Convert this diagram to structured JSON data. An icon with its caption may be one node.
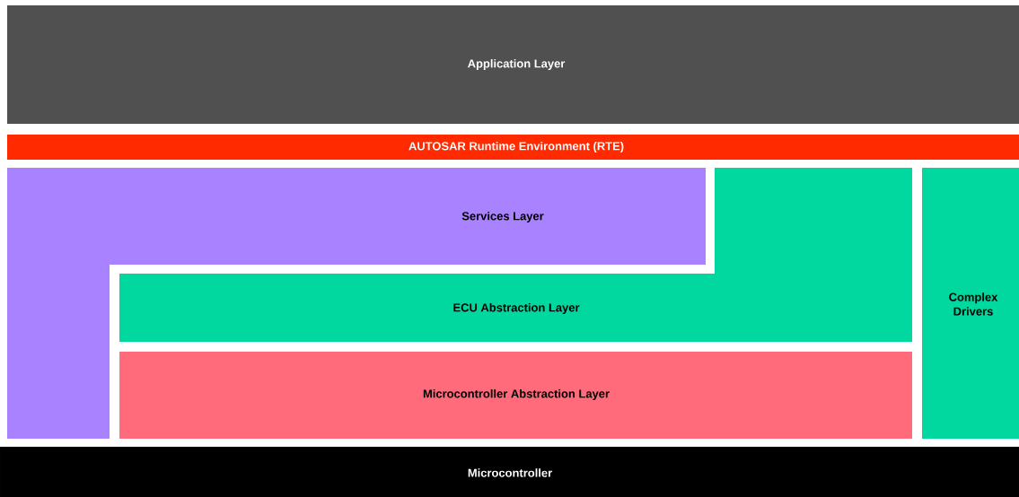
{
  "diagram": {
    "nodes": [
      {
        "text": [
          "Application Layer"
        ]
      },
      {
        "text": [
          "AUTOSAR Runtime Environment (RTE)"
        ]
      },
      {
        "text": [
          "Services Layer"
        ]
      },
      {
        "text": [
          "ECU Abstraction Layer"
        ]
      },
      {
        "text": [
          "Complex Drivers"
        ]
      },
      {
        "text": [
          "Microcontroller Abstraction Layer"
        ]
      },
      {
        "text": [
          "Microcontroller"
        ]
      }
    ]
  }
}
